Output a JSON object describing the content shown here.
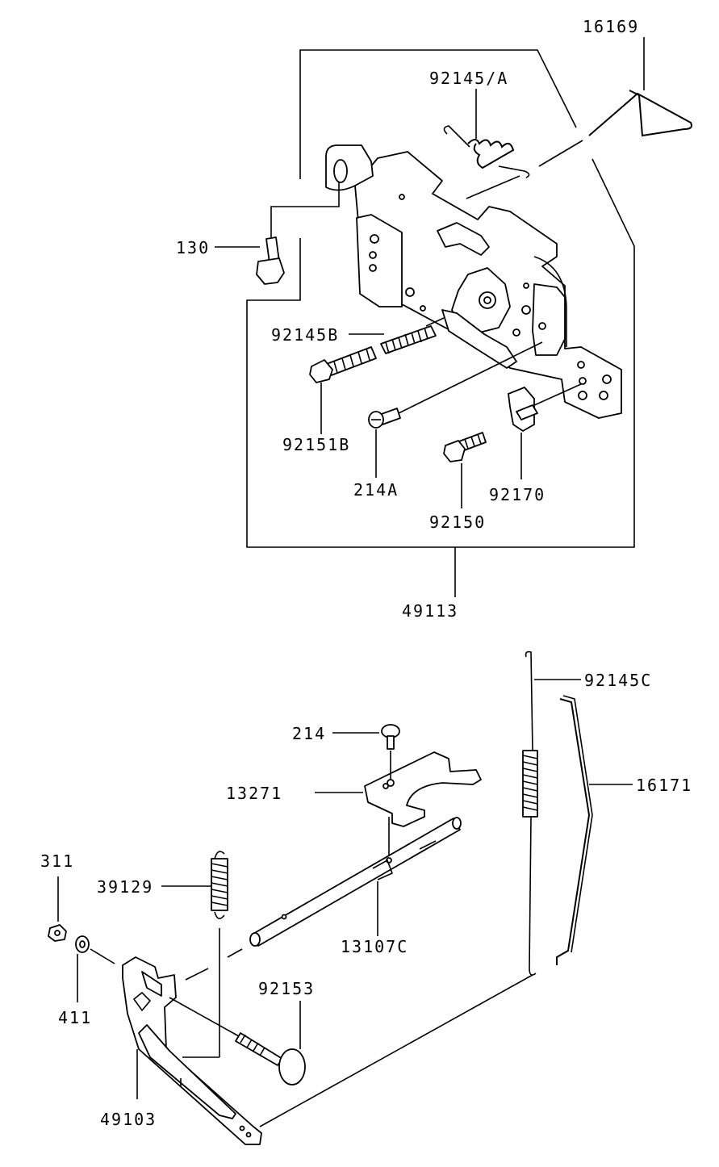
{
  "labels": {
    "p16169": "16169",
    "p92145A": "92145/A",
    "p130": "130",
    "p92145B": "92145B",
    "p92151B": "92151B",
    "p214A": "214A",
    "p92170": "92170",
    "p92150": "92150",
    "p49113": "49113",
    "p92145C": "92145C",
    "p214": "214",
    "p16171": "16171",
    "p13271": "13271",
    "p311": "311",
    "p39129": "39129",
    "p13107C": "13107C",
    "p411": "411",
    "p92153": "92153",
    "p49103": "49103"
  }
}
